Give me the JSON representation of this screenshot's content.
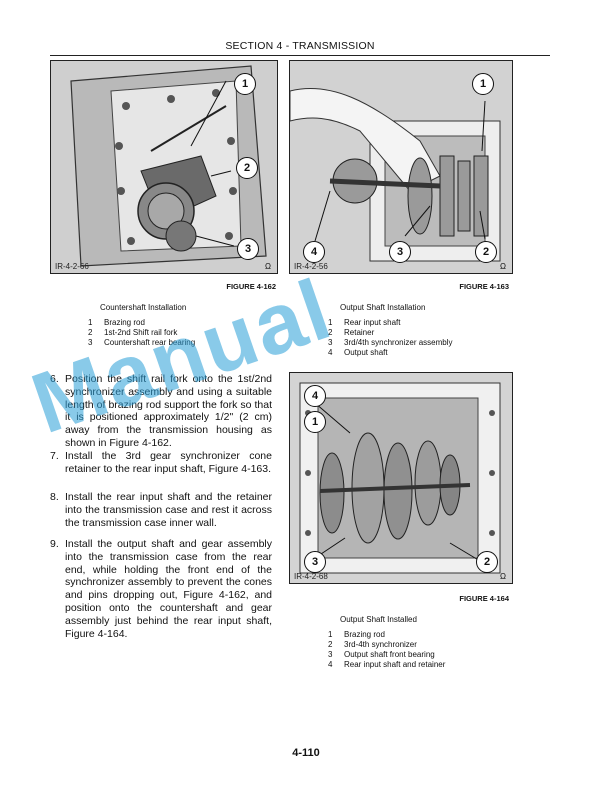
{
  "header": {
    "section_title": "SECTION 4 - TRANSMISSION"
  },
  "figures": [
    {
      "id": "fig162",
      "photo_id": "IR-4-2-66",
      "mark": "Ω",
      "figure_number": "FIGURE 4-162",
      "caption_title": "Countershaft Installation",
      "callouts": [
        "1",
        "2",
        "3"
      ],
      "legend": [
        {
          "n": "1",
          "text": "Brazing rod"
        },
        {
          "n": "2",
          "text": "1st-2nd Shift rail fork"
        },
        {
          "n": "3",
          "text": "Countershaft rear bearing"
        }
      ]
    },
    {
      "id": "fig163",
      "photo_id": "IR-4-2-56",
      "mark": "Ω",
      "figure_number": "FIGURE 4-163",
      "caption_title": "Output Shaft Installation",
      "callouts": [
        "1",
        "4",
        "3",
        "2"
      ],
      "legend": [
        {
          "n": "1",
          "text": "Rear input shaft"
        },
        {
          "n": "2",
          "text": "Retainer"
        },
        {
          "n": "3",
          "text": "3rd/4th synchronizer assembly"
        },
        {
          "n": "4",
          "text": "Output shaft"
        }
      ]
    },
    {
      "id": "fig164",
      "photo_id": "IR-4-2-68",
      "mark": "Ω",
      "figure_number": "FIGURE 4-164",
      "caption_title": "Output Shaft Installed",
      "callouts": [
        "4",
        "1",
        "3",
        "2"
      ],
      "legend": [
        {
          "n": "1",
          "text": "Brazing rod"
        },
        {
          "n": "2",
          "text": "3rd-4th synchronizer"
        },
        {
          "n": "3",
          "text": "Output shaft front bearing"
        },
        {
          "n": "4",
          "text": "Rear input shaft and retainer"
        }
      ]
    }
  ],
  "steps": [
    {
      "n": "6.",
      "text": "Position the shift rail fork onto the 1st/2nd synchronizer assembly and using a suitable length of brazing rod support the fork so that it is positioned approximately 1/2\" (2 cm) away from the transmission housing as shown in Figure 4-162."
    },
    {
      "n": "7.",
      "text": "Install the 3rd gear synchronizer cone retainer to the rear input shaft, Figure 4-163."
    },
    {
      "n": "8.",
      "text": "Install the rear input shaft and the retainer into the transmission case and rest it across the transmission case inner wall."
    },
    {
      "n": "9.",
      "text": "Install the output shaft and gear assembly into the transmission case from the rear end, while holding the front end of the synchronizer assembly to prevent the cones and pins dropping out, Figure 4-162, and position onto the countershaft and gear assembly just behind the rear input shaft, Figure 4-164."
    }
  ],
  "watermark": "Manual",
  "page_number": "4-110",
  "colors": {
    "watermark": "#2a9fd8",
    "ink": "#111111"
  }
}
